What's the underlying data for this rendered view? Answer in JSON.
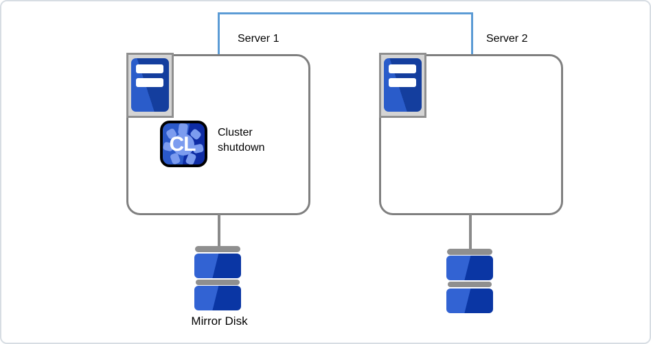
{
  "diagram": {
    "servers": [
      {
        "label": "Server 1"
      },
      {
        "label": "Server 2"
      }
    ],
    "action": {
      "icon_letters": "CL",
      "label": "Cluster shutdown",
      "label_lines": [
        "Cluster",
        "shutdown"
      ]
    },
    "storage": {
      "label": "Mirror Disk"
    },
    "colors": {
      "connector_blue": "#5b9bd5",
      "box_border": "#7f7f7f",
      "gray": "#8f8f8f",
      "server_icon_blue": "#143e9e",
      "disk_blue_light": "#3263d3",
      "disk_blue_dark": "#0a36a4",
      "gear_blue": "#7c9cef"
    }
  }
}
